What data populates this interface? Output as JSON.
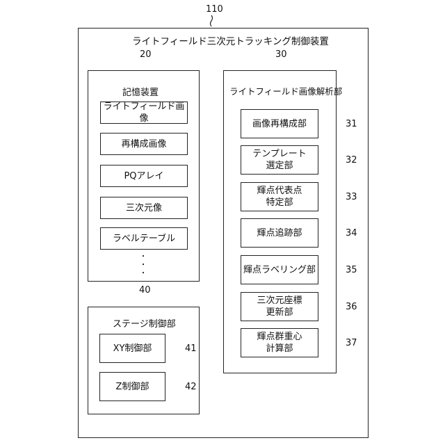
{
  "main": {
    "number": "110",
    "title": "ライトフィールド三次元トラッキング制御装置"
  },
  "storage": {
    "number": "20",
    "title": "記憶装置",
    "items": [
      "ライトフィールド画像",
      "再構成画像",
      "PQアレイ",
      "三次元像",
      "ラベルテーブル"
    ],
    "ellipsis": "・\n・\n・"
  },
  "stage": {
    "number": "40",
    "title": "ステージ制御部",
    "items": [
      {
        "label": "XY制御部",
        "num": "41"
      },
      {
        "label": "Z制御部",
        "num": "42"
      }
    ]
  },
  "analysis": {
    "number": "30",
    "title": "ライトフィールド画像解析部",
    "items": [
      {
        "label": "画像再構成部",
        "num": "31"
      },
      {
        "label": "テンプレート\n選定部",
        "num": "32"
      },
      {
        "label": "輝点代表点\n特定部",
        "num": "33"
      },
      {
        "label": "輝点追跡部",
        "num": "34"
      },
      {
        "label": "輝点ラベリング部",
        "num": "35"
      },
      {
        "label": "三次元座標\n更新部",
        "num": "36"
      },
      {
        "label": "輝点群重心\n計算部",
        "num": "37"
      }
    ]
  }
}
